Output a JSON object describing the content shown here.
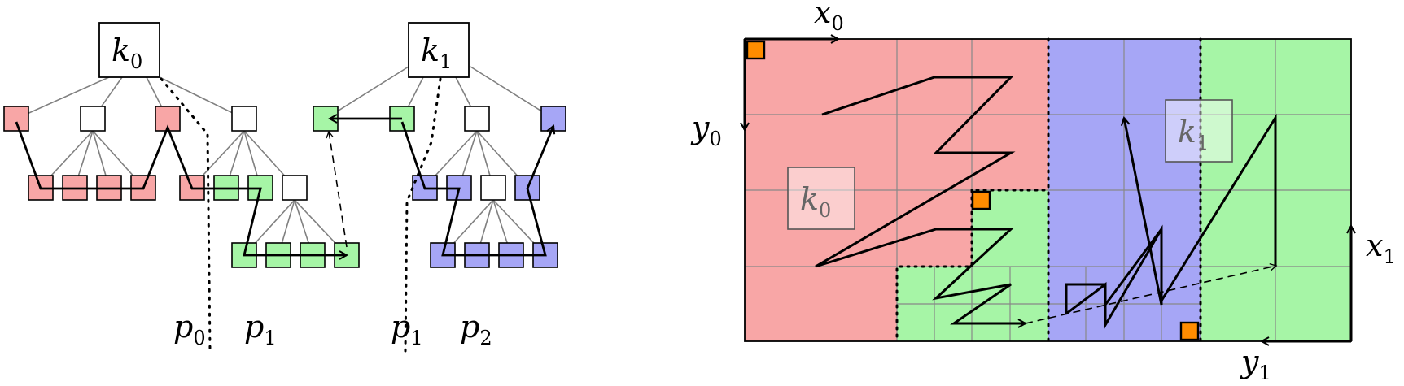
{
  "colors": {
    "red": "#f8a6a6",
    "green": "#a6f5a6",
    "blue": "#a6a6f6",
    "orange": "#ff8c00",
    "edge": "#808080",
    "grid": "#888888"
  },
  "labels": {
    "k0": {
      "base": "k",
      "sub": "0"
    },
    "k1": {
      "base": "k",
      "sub": "1"
    },
    "p0": {
      "base": "p",
      "sub": "0"
    },
    "p1a": {
      "base": "p",
      "sub": "1"
    },
    "p1b": {
      "base": "p",
      "sub": "1"
    },
    "p2": {
      "base": "p",
      "sub": "2"
    },
    "x0": {
      "base": "x",
      "sub": "0"
    },
    "y0": {
      "base": "y",
      "sub": "0"
    },
    "x1": {
      "base": "x",
      "sub": "1"
    },
    "y1": {
      "base": "y",
      "sub": "1"
    },
    "region_k0": {
      "base": "k",
      "sub": "0"
    },
    "region_k1": {
      "base": "k",
      "sub": "1"
    }
  }
}
